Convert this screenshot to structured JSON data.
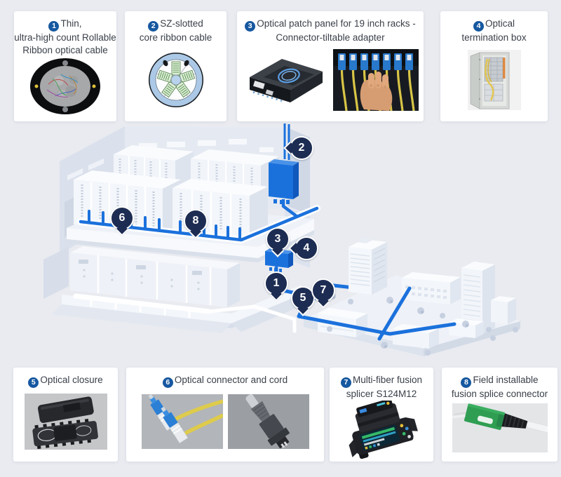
{
  "page": {
    "background": "#e9ebf0"
  },
  "colors": {
    "accent_blue": "#1b71dc",
    "badge_navy": "#1d2c52",
    "number_circle_blue": "#1658a0",
    "card_background": "#ffffff",
    "title_text": "#3a4049"
  },
  "cards": [
    {
      "number": "1",
      "lines": [
        "Thin,",
        "ultra-high count Rollable",
        "Ribbon optical cable"
      ],
      "photos": [
        "rollable-ribbon-cable-cross-section"
      ]
    },
    {
      "number": "2",
      "lines": [
        "SZ-slotted",
        "core ribbon cable"
      ],
      "photos": [
        "sz-slotted-core-cable-cross-section"
      ]
    },
    {
      "number": "3",
      "lines": [
        "Optical patch panel for 19 inch racks -",
        "Connector-tiltable adapter"
      ],
      "photos": [
        "patch-panel-drawer",
        "connector-plugging-hand"
      ]
    },
    {
      "number": "4",
      "lines": [
        "Optical",
        "termination box"
      ],
      "photos": [
        "termination-box-cabinet"
      ]
    },
    {
      "number": "5",
      "lines": [
        "Optical closure"
      ],
      "photos": [
        "optical-closure"
      ]
    },
    {
      "number": "6",
      "lines": [
        "Optical connector and cord"
      ],
      "photos": [
        "lc-connector-cords",
        "mpo-connector"
      ]
    },
    {
      "number": "7",
      "lines": [
        "Multi-fiber fusion",
        "splicer S124M12"
      ],
      "photos": [
        "fusion-splicer"
      ]
    },
    {
      "number": "8",
      "lines": [
        "Field installable",
        "fusion splice connector"
      ],
      "photos": [
        "field-installable-connector"
      ]
    }
  ],
  "diagram": {
    "description": "isometric data center building connected to city blocks by blue optical cable routes",
    "badges": [
      {
        "n": "1"
      },
      {
        "n": "2"
      },
      {
        "n": "3"
      },
      {
        "n": "4"
      },
      {
        "n": "5"
      },
      {
        "n": "6"
      },
      {
        "n": "7"
      },
      {
        "n": "8"
      }
    ]
  }
}
